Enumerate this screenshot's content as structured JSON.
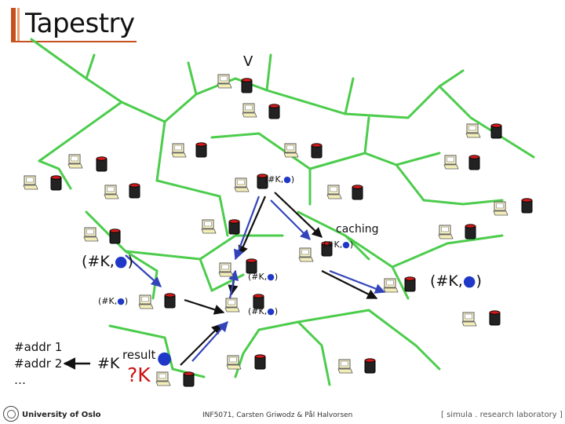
{
  "slide": {
    "title": "Tapestry",
    "node_v": "V",
    "caching": "caching",
    "msg_small": "(#K,",
    "msg_small_close": ")",
    "msg_big": "(#K,",
    "msg_big_close": ")",
    "dot": "●",
    "addr_list": [
      "#addr 1",
      "#addr 2",
      "…"
    ],
    "query_key": "#K",
    "result": "result",
    "unknown_key": "?K"
  },
  "footer": {
    "university": "University of Oslo",
    "course": "INF5071, Carsten Griwodz & Pål Halvorsen",
    "lab": "[ simula . research laboratory ]"
  },
  "colors": {
    "link": "#4ccc4c",
    "route_black": "#111111",
    "route_blue": "#3344bb",
    "accent": "#c8501e",
    "dot": "#1f38c8",
    "red_text": "#cc1111"
  }
}
